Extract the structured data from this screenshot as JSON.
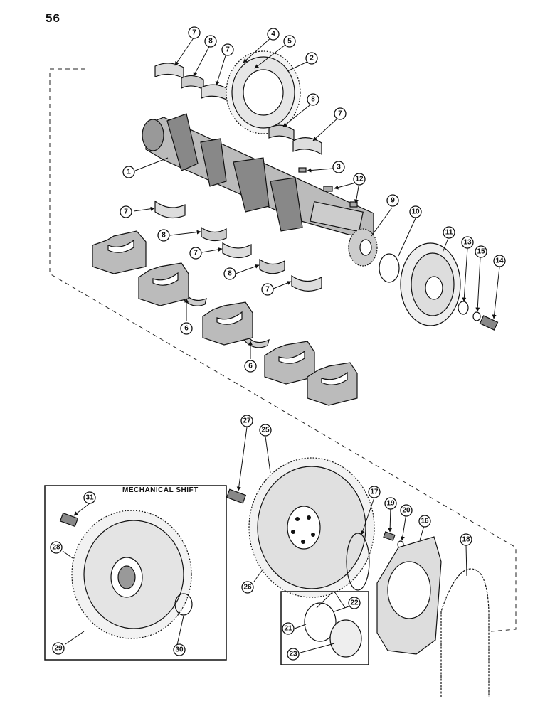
{
  "page_number": "56",
  "inset_title": "MECHANICAL SHIFT",
  "callouts": [
    "7",
    "8",
    "7",
    "4",
    "5",
    "2",
    "8",
    "7",
    "1",
    "3",
    "12",
    "9",
    "10",
    "11",
    "13",
    "15",
    "14",
    "7",
    "8",
    "7",
    "8",
    "7",
    "6",
    "6",
    "27",
    "25",
    "31",
    "28",
    "29",
    "30",
    "26",
    "17",
    "19",
    "20",
    "16",
    "18",
    "22",
    "21",
    "23"
  ]
}
